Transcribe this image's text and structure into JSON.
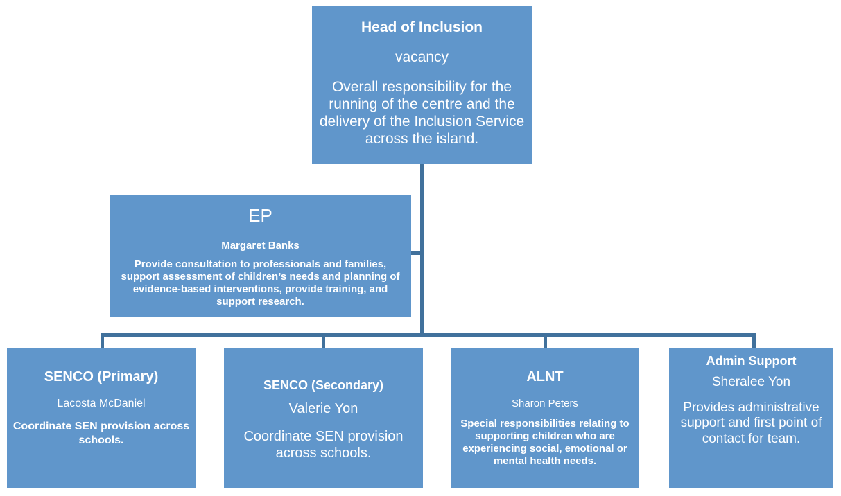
{
  "chart_type": "org-chart",
  "theme": {
    "box_fill": "#6096CB",
    "connector": "#41719C",
    "text": "#FFFFFF",
    "background": "#FFFFFF"
  },
  "nodes": {
    "head": {
      "role": "Head of Inclusion",
      "person": "vacancy",
      "description": "Overall responsibility for the running of the centre and the delivery of the Inclusion Service across the island."
    },
    "ep": {
      "role": "EP",
      "person": "Margaret Banks",
      "description": "Provide consultation to professionals and families, support assessment of children’s needs and planning of evidence-based interventions, provide training, and support research."
    },
    "senco_primary": {
      "role": "SENCO (Primary)",
      "person": "Lacosta McDaniel",
      "description": "Coordinate SEN provision across schools."
    },
    "senco_secondary": {
      "role": "SENCO (Secondary)",
      "person": "Valerie Yon",
      "description": "Coordinate SEN provision across schools."
    },
    "alnt": {
      "role": "ALNT",
      "person": "Sharon Peters",
      "description": "Special responsibilities relating to supporting children who are experiencing social, emotional or mental health needs."
    },
    "admin": {
      "role": "Admin Support",
      "person": "Sheralee Yon",
      "description": "Provides administrative support and first point of contact for team."
    }
  },
  "edges": [
    {
      "from": "head",
      "to": "ep"
    },
    {
      "from": "head",
      "to": "senco_primary"
    },
    {
      "from": "head",
      "to": "senco_secondary"
    },
    {
      "from": "head",
      "to": "alnt"
    },
    {
      "from": "head",
      "to": "admin"
    }
  ]
}
